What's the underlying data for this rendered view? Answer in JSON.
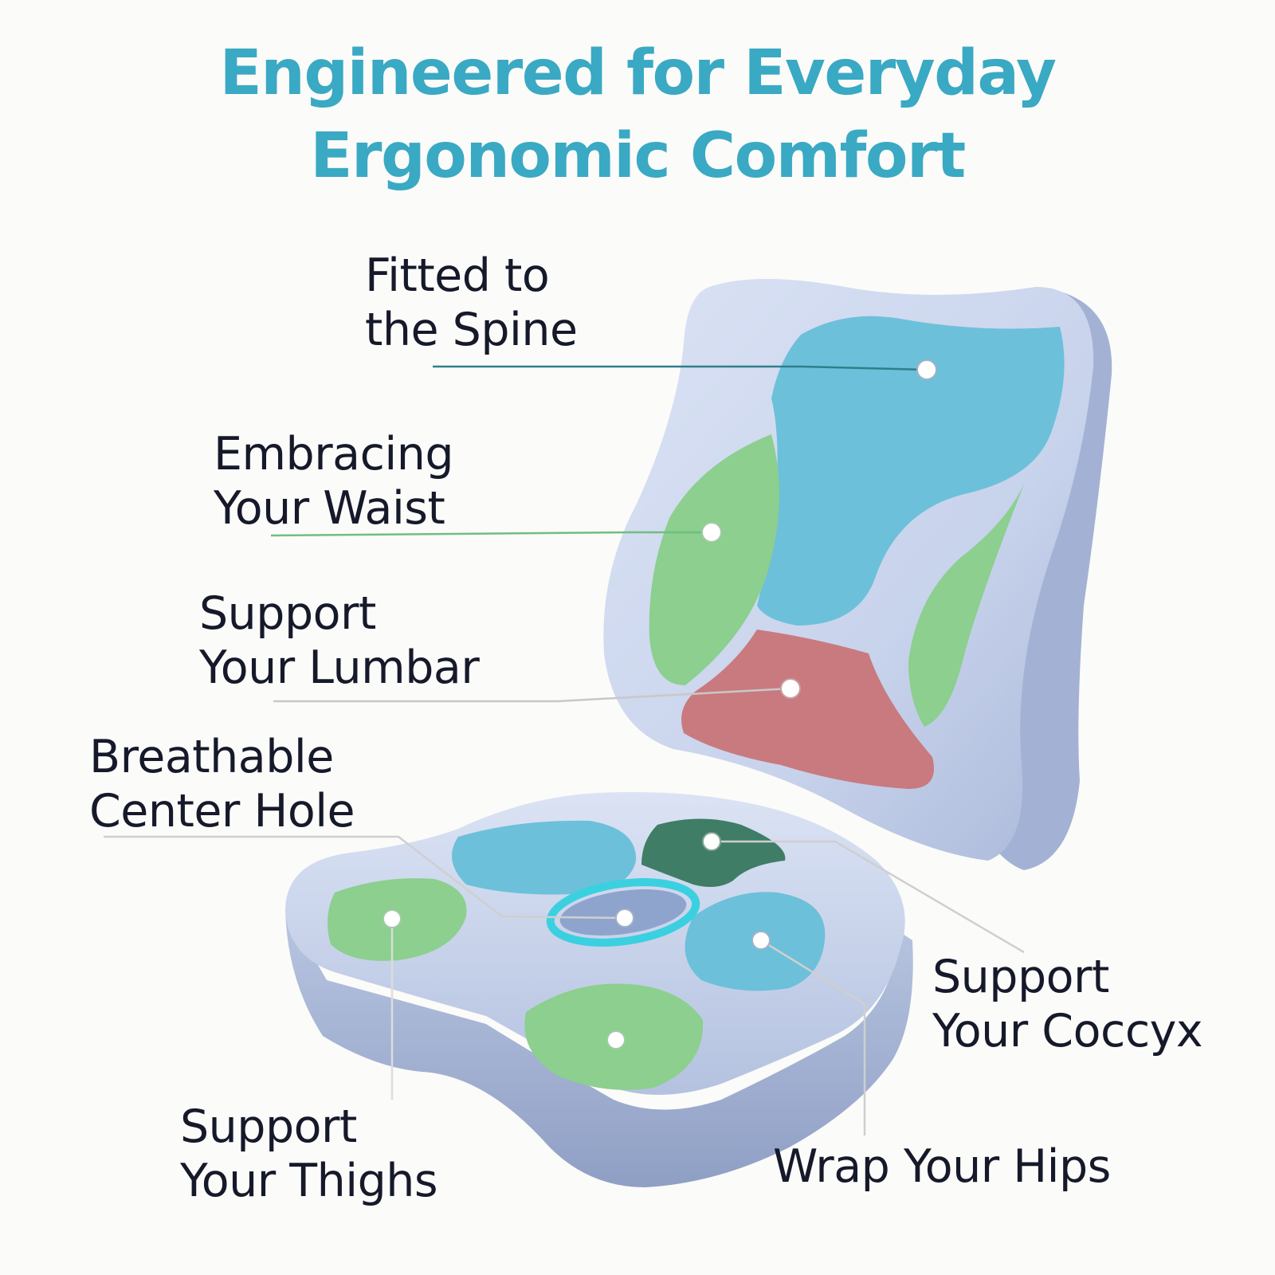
{
  "title": {
    "line1": "Engineered for Everyday",
    "line2": "Ergonomic Comfort",
    "color": "#3aa9c3"
  },
  "labels": {
    "spine": {
      "line1": "Fitted to",
      "line2": "the Spine"
    },
    "waist": {
      "line1": "Embracing",
      "line2": "Your Waist"
    },
    "lumbar": {
      "line1": "Support",
      "line2": "Your Lumbar"
    },
    "hole": {
      "line1": "Breathable",
      "line2": "Center Hole"
    },
    "coccyx": {
      "line1": "Support",
      "line2": "Your Coccyx"
    },
    "thighs": {
      "line1": "Support",
      "line2": "Your Thighs"
    },
    "hips": {
      "line1": "Wrap Your Hips"
    }
  },
  "colors": {
    "cushion": "#c9d5ec",
    "cushion_shade": "#a7b6d6",
    "zone_blue": "#6cc0da",
    "zone_green": "#8ccf8e",
    "zone_red": "#c97a7e",
    "zone_dark_green": "#3f7d66",
    "zone_cyan": "#3bd0e0",
    "label_text": "#15192a"
  }
}
